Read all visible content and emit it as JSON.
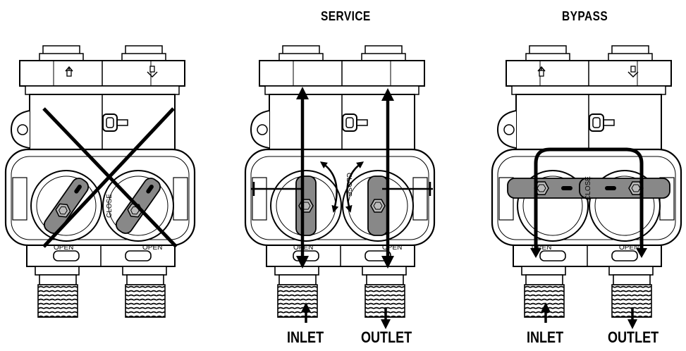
{
  "diagram": {
    "panels": [
      {
        "id": "invalid",
        "header": "",
        "crossed_out": true,
        "valve_label_close": "CLOSE",
        "valve_label_open_left": "OPEN",
        "valve_label_open_right": "OPEN",
        "inlet_label": "",
        "outlet_label": ""
      },
      {
        "id": "service",
        "header": "SERVICE",
        "crossed_out": false,
        "valve_label_close": "CLOSE",
        "valve_label_open_left": "OPEN",
        "valve_label_open_right": "OPEN",
        "inlet_label": "INLET",
        "outlet_label": "OUTLET"
      },
      {
        "id": "bypass",
        "header": "BYPASS",
        "crossed_out": false,
        "valve_label_close": "CLOSE",
        "valve_label_open_left": "OPEN",
        "valve_label_open_right": "OPEN",
        "inlet_label": "INLET",
        "outlet_label": "OUTLET"
      }
    ],
    "colors": {
      "line": "#000000",
      "handle_fill": "#888888",
      "body_fill": "#ffffff"
    }
  }
}
